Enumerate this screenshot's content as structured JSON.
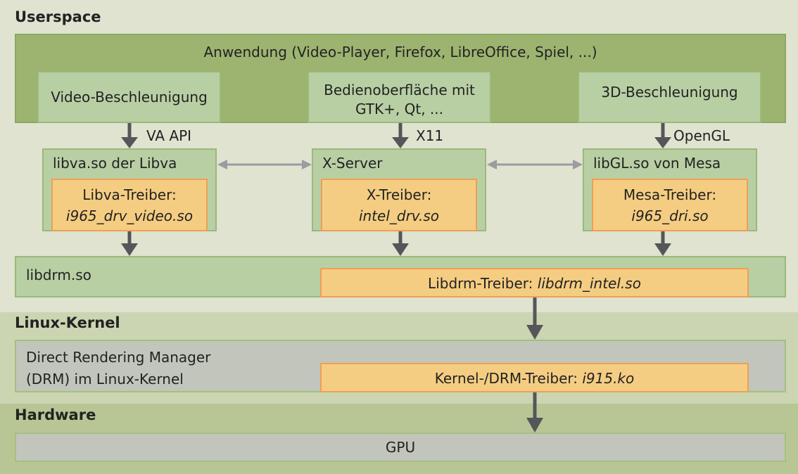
{
  "sections": {
    "userspace": "Userspace",
    "kernel": "Linux-Kernel",
    "hardware": "Hardware"
  },
  "application": {
    "title": "Anwendung (Video-Player, Firefox, LibreOffice, Spiel, ...)",
    "video": "Video-Beschleunigung",
    "ui_line1": "Bedienoberfläche mit",
    "ui_line2": "GTK+, Qt, ...",
    "3d": "3D-Beschleunigung"
  },
  "interfaces": {
    "va": "VA API",
    "x11": "X11",
    "opengl": "OpenGL"
  },
  "libva": {
    "title": "libva.so der Libva",
    "driver_label": "Libva-Treiber:",
    "driver_file": "i965_drv_video.so"
  },
  "xserver": {
    "title": "X-Server",
    "driver_label": "X-Treiber:",
    "driver_file": "intel_drv.so"
  },
  "mesa": {
    "title": "libGL.so von Mesa",
    "driver_label": "Mesa-Treiber:",
    "driver_file": "i965_dri.so"
  },
  "libdrm": {
    "title": "libdrm.so",
    "driver_label": "Libdrm-Treiber: ",
    "driver_file": "libdrm_intel.so"
  },
  "drm": {
    "line1": "Direct Rendering Manager",
    "line2": "(DRM) im Linux-Kernel",
    "driver_label": "Kernel-/DRM-Treiber: ",
    "driver_file": "i915.ko"
  },
  "gpu": {
    "title": "GPU"
  },
  "colors": {
    "userspace_bg": "#dfe3d0",
    "kernel_bg": "#cbd5b2",
    "hardware_bg": "#b8c696",
    "app_bg": "#9db471",
    "component_bg": "#b8cfa4",
    "driver_bg": "#f5cd82",
    "driver_border": "#eda054",
    "kernel_box_bg": "#c2c5bb",
    "arrow_dark": "#555659",
    "arrow_light": "#9a9ca0"
  }
}
